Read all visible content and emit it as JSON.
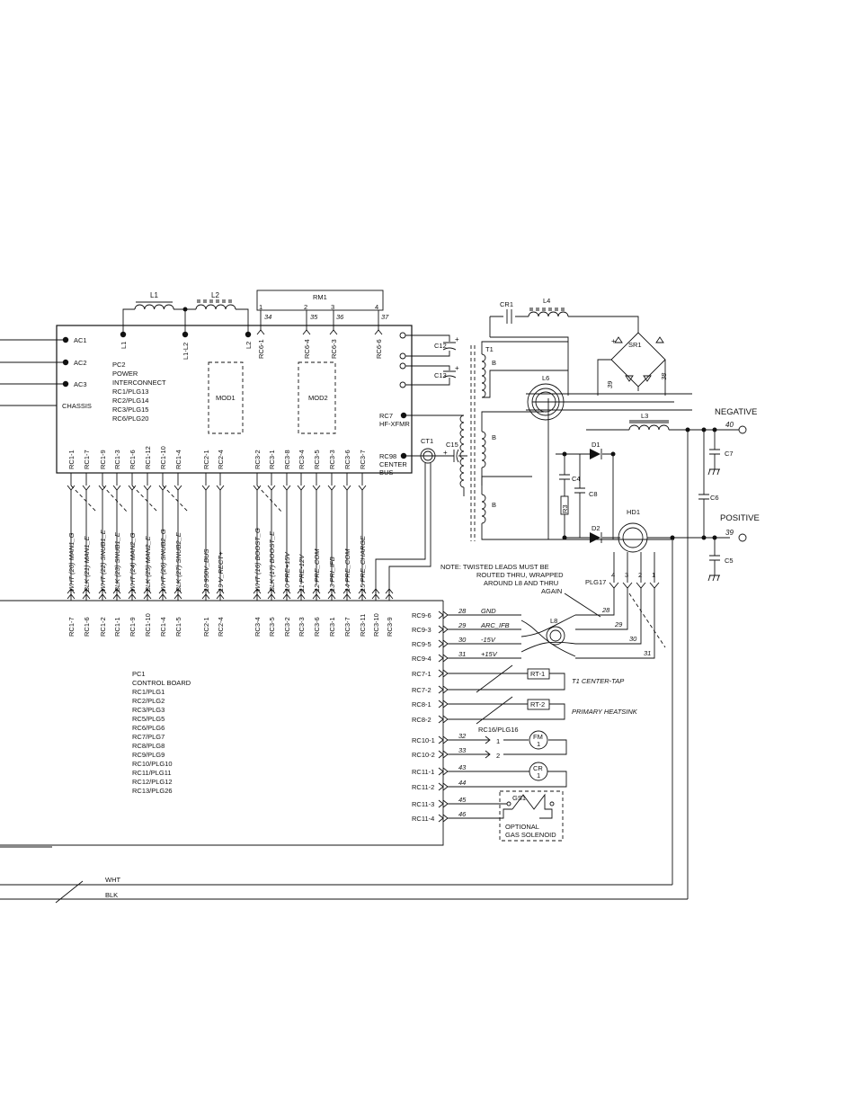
{
  "power_board": {
    "inputs": [
      "AC1",
      "AC2",
      "AC3",
      "CHASSIS"
    ],
    "title_lines": [
      "PC2",
      "POWER",
      "INTERCONNECT",
      "RC1/PLG13",
      "RC2/PLG14",
      "RC3/PLG15",
      "RC6/PLG20"
    ],
    "mod1": "MOD1",
    "mod2": "MOD2",
    "top_pins": [
      "L1",
      "L1-L2",
      "L2",
      "RC6-1",
      "RC6-4",
      "RC6-3",
      "RC6-6"
    ],
    "top_wires": [
      "34",
      "35",
      "36",
      "37"
    ],
    "rc7_lines": [
      "RC7",
      "HF-XFMR"
    ],
    "rc98_lines": [
      "RC98",
      "CENTER",
      "BUS"
    ],
    "bottom_pins": [
      "RC1-1",
      "RC1-7",
      "RC1-9",
      "RC1-3",
      "RC1-6",
      "RC1-12",
      "RC1-10",
      "RC1-4",
      "RC2-1",
      "RC2-4",
      "RC3-2",
      "RC3-1",
      "RC3-8",
      "RC3-4",
      "RC3-5",
      "RC3-3",
      "RC3-6",
      "RC3-7"
    ]
  },
  "components": {
    "L1": "L1",
    "L2": "L2",
    "RM1": "RM1",
    "RM1_pins": [
      "1",
      "2",
      "3",
      "4"
    ],
    "CR1": "CR1",
    "L4": "L4",
    "SR1": "SR1",
    "T1": "T1",
    "L6": "L6",
    "L3": "L3",
    "C12": "C12",
    "C13": "C13",
    "C15": "C15",
    "CT1": "CT1",
    "C4": "C4",
    "C8": "C8",
    "R3": "R3",
    "D1": "D1",
    "D2": "D2",
    "HD1": "HD1",
    "C6": "C6",
    "C7": "C7",
    "C5": "C5",
    "PLG17": "PLG17",
    "L8": "L8",
    "plus": "+",
    "winding_B": "B",
    "wire_38": "38",
    "wire_39b": "39",
    "plg17_pins": [
      "4",
      "3",
      "2",
      "1"
    ],
    "plg17_wires": [
      "28",
      "29",
      "30",
      "31"
    ]
  },
  "outputs": {
    "negative_label": "NEGATIVE",
    "negative_wire": "40",
    "positive_label": "POSITIVE",
    "positive_wire": "39"
  },
  "wire_labels": [
    "WHT (20) MAN1_G",
    "BLK (21) MAN1_E",
    "WHT (22) SNUB1_E",
    "BLK (23) SNUB1_E",
    "WHT (24) MAN2_G",
    "BLK (25) MAN2_E",
    "WHT (26) SNUB2_G",
    "BLK (27) SNUB2_E",
    "18    950V_BUS",
    "19    V_RECT+",
    "WHT (16) BOOST_G",
    "BLK (17) BOOST_E",
    "10    PRE+15V",
    "11    PRE-12V",
    "12    PRE_COM",
    "13    PRI_IFB",
    "14    PRE_COM",
    "15    PRE_CHARGE"
  ],
  "control_board": {
    "bottom_pins": [
      "RC1-7",
      "RC1-6",
      "RC1-2",
      "RC1-1",
      "RC1-9",
      "RC1-10",
      "RC1-4",
      "RC1-5",
      "RC2-1",
      "RC2-4",
      "RC3-4",
      "RC3-5",
      "RC3-2",
      "RC3-3",
      "RC3-6",
      "RC3-1",
      "RC3-7",
      "RC3-11",
      "RC3-10",
      "RC3-9"
    ],
    "title_lines": [
      "PC1",
      "CONTROL BOARD",
      "RC1/PLG1",
      "RC2/PLG2",
      "RC3/PLG3",
      "RC5/PLG5",
      "RC6/PLG6",
      "RC7/PLG7",
      "RC8/PLG8",
      "RC9/PLG9",
      "RC10/PLG10",
      "RC11/PLG11",
      "RC12/PLG12",
      "RC13/PLG26"
    ]
  },
  "connectors": [
    {
      "pin": "RC9-6",
      "wire": "28",
      "signal": "GND"
    },
    {
      "pin": "RC9-3",
      "wire": "29",
      "signal": "ARC_IFB"
    },
    {
      "pin": "RC9-5",
      "wire": "30",
      "signal": "-15V"
    },
    {
      "pin": "RC9-4",
      "wire": "31",
      "signal": "+15V"
    },
    {
      "pin": "RC7-1",
      "wire": "",
      "signal": ""
    },
    {
      "pin": "RC7-2",
      "wire": "",
      "signal": ""
    },
    {
      "pin": "RC8-1",
      "wire": "",
      "signal": ""
    },
    {
      "pin": "RC8-2",
      "wire": "",
      "signal": ""
    },
    {
      "pin": "RC10-1",
      "wire": "32",
      "signal": ""
    },
    {
      "pin": "RC10-2",
      "wire": "33",
      "signal": ""
    },
    {
      "pin": "RC11-1",
      "wire": "43",
      "signal": ""
    },
    {
      "pin": "RC11-2",
      "wire": "44",
      "signal": ""
    },
    {
      "pin": "RC11-3",
      "wire": "45",
      "signal": ""
    },
    {
      "pin": "RC11-4",
      "wire": "46",
      "signal": ""
    }
  ],
  "devices": {
    "rt1": "RT-1",
    "rt1_label": "T1 CENTER-TAP",
    "rt2": "RT-2",
    "rt2_label": "PRIMARY HEATSINK",
    "rc16": "RC16/PLG16",
    "rc16_pins": [
      "1",
      "2"
    ],
    "fm_lines": [
      "FM",
      "1"
    ],
    "cr_lines": [
      "CR",
      "1"
    ],
    "gs1": "GS1",
    "gs_lines": [
      "OPTIONAL",
      "GAS SOLENOID"
    ]
  },
  "note_lines": [
    "NOTE: TWISTED LEADS MUST BE",
    "ROUTED THRU, WRAPPED",
    "AROUND L8 AND THRU",
    "AGAIN"
  ],
  "bottom_wires": [
    "WHT",
    "BLK"
  ]
}
